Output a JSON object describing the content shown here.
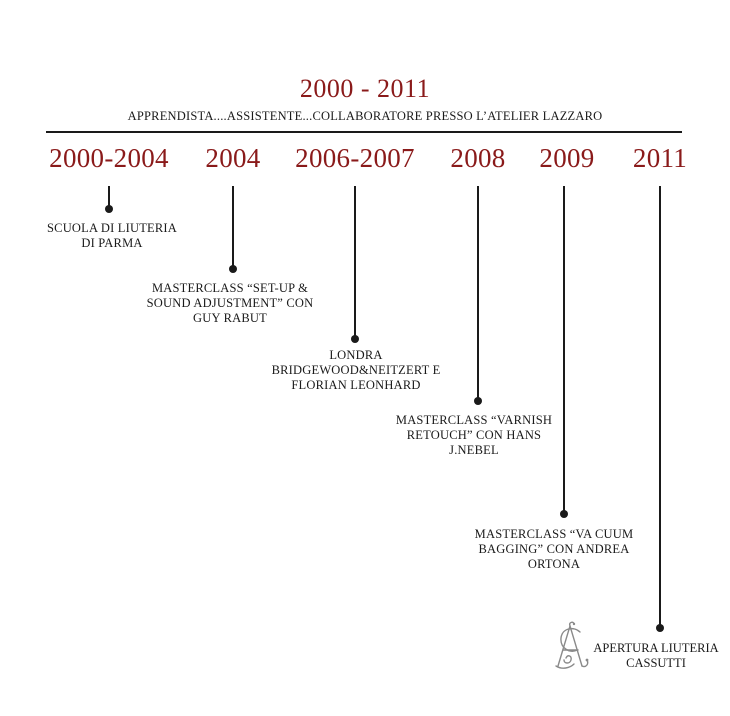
{
  "header": {
    "title": "2000 - 2011",
    "subtitle": "APPRENDISTA....ASSISTENTE...COLLABORATORE PRESSO L’ATELIER LAZZARO"
  },
  "timeline": [
    {
      "year": "2000-2004",
      "label_lines": [
        "SCUOLA DI LIUTERIA",
        "DI PARMA"
      ]
    },
    {
      "year": "2004",
      "label_lines": [
        "MASTERCLASS “SET-UP &",
        "SOUND ADJUSTMENT” CON",
        "GUY RABUT"
      ]
    },
    {
      "year": "2006-2007",
      "label_lines": [
        "LONDRA",
        "BRIDGEWOOD&NEITZERT E",
        "FLORIAN LEONHARD"
      ]
    },
    {
      "year": "2008",
      "label_lines": [
        "MASTERCLASS “VARNISH",
        "RETOUCH” CON HANS",
        "J.NEBEL"
      ]
    },
    {
      "year": "2009",
      "label_lines": [
        "MASTERCLASS “VA CUUM",
        "BAGGING” CON ANDREA",
        "ORTONA"
      ]
    },
    {
      "year": "2011",
      "label_lines": [
        "APERTURA LIUTERIA",
        "CASSUTTI"
      ]
    }
  ],
  "colors": {
    "accent": "#8a1a1a",
    "line": "#1a1a1a",
    "monogram": "#8a8a8a"
  },
  "icons": {
    "logo": "monogram-logo-icon"
  }
}
